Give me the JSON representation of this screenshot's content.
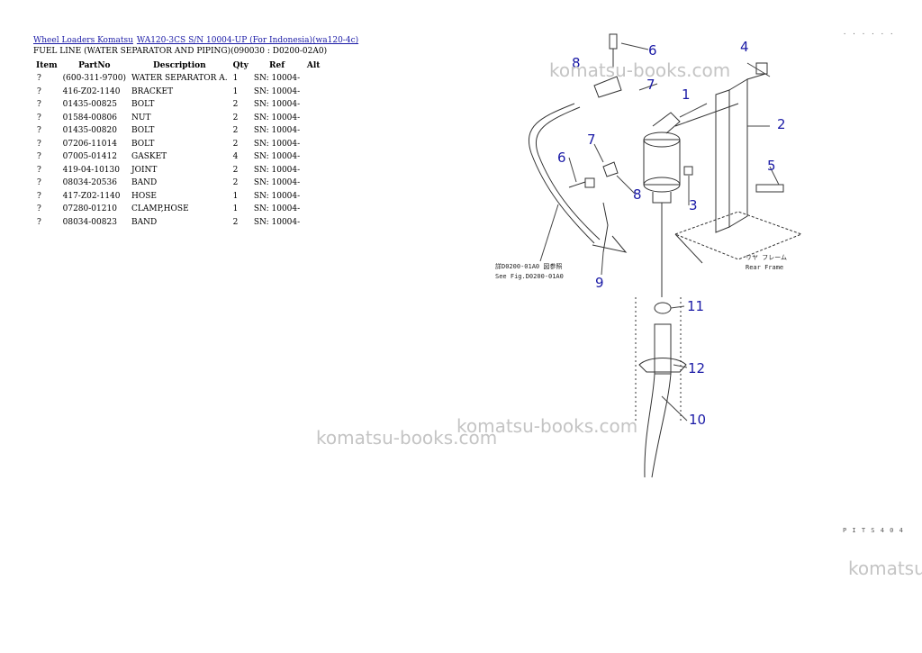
{
  "breadcrumb": {
    "link1": "Wheel Loaders Komatsu",
    "link2": "WA120-3CS S/N 10004-UP (For Indonesia)(wa120-4c)"
  },
  "page_title": "FUEL LINE (WATER SEPARATOR AND PIPING)(090030 : D0200-02A0)",
  "table": {
    "headers": [
      "Item",
      "PartNo",
      "Description",
      "Qty",
      "Ref",
      "Alt"
    ],
    "rows": [
      {
        "item": "?",
        "part": "(600-311-9700)",
        "desc": "WATER SEPARATOR A.",
        "qty": "1",
        "ref": "SN: 10004-",
        "alt": ""
      },
      {
        "item": "?",
        "part": "416-Z02-1140",
        "desc": "BRACKET",
        "qty": "1",
        "ref": "SN: 10004-",
        "alt": ""
      },
      {
        "item": "?",
        "part": "01435-00825",
        "desc": "BOLT",
        "qty": "2",
        "ref": "SN: 10004-",
        "alt": ""
      },
      {
        "item": "?",
        "part": "01584-00806",
        "desc": "NUT",
        "qty": "2",
        "ref": "SN: 10004-",
        "alt": ""
      },
      {
        "item": "?",
        "part": "01435-00820",
        "desc": "BOLT",
        "qty": "2",
        "ref": "SN: 10004-",
        "alt": ""
      },
      {
        "item": "?",
        "part": "07206-11014",
        "desc": "BOLT",
        "qty": "2",
        "ref": "SN: 10004-",
        "alt": ""
      },
      {
        "item": "?",
        "part": "07005-01412",
        "desc": "GASKET",
        "qty": "4",
        "ref": "SN: 10004-",
        "alt": ""
      },
      {
        "item": "?",
        "part": "419-04-10130",
        "desc": "JOINT",
        "qty": "2",
        "ref": "SN: 10004-",
        "alt": ""
      },
      {
        "item": "?",
        "part": "08034-20536",
        "desc": "BAND",
        "qty": "2",
        "ref": "SN: 10004-",
        "alt": ""
      },
      {
        "item": "?",
        "part": "417-Z02-1140",
        "desc": "HOSE",
        "qty": "1",
        "ref": "SN: 10004-",
        "alt": ""
      },
      {
        "item": "?",
        "part": "07280-01210",
        "desc": "CLAMP,HOSE",
        "qty": "1",
        "ref": "SN: 10004-",
        "alt": ""
      },
      {
        "item": "?",
        "part": "08034-00823",
        "desc": "BAND",
        "qty": "2",
        "ref": "SN: 10004-",
        "alt": ""
      }
    ]
  },
  "watermarks": [
    "komatsu-books.com",
    "komatsu-books.com",
    "komatsu-books.com",
    "komatsu"
  ],
  "diagram": {
    "callouts": [
      "1",
      "2",
      "3",
      "4",
      "5",
      "6",
      "6",
      "7",
      "7",
      "8",
      "8",
      "9",
      "10",
      "11",
      "12"
    ],
    "see_fig_jp": "詳D0200-01A0 図参照",
    "see_fig_en": "See Fig.D0200-01A0",
    "rear_frame_jp": "リヤ フレーム",
    "rear_frame_en": "Rear Frame",
    "callout_color": "#1a1aa6"
  },
  "corner_codes": {
    "top_right": "· · · · · ·",
    "bottom_right": "P I T S 4 0 4"
  }
}
